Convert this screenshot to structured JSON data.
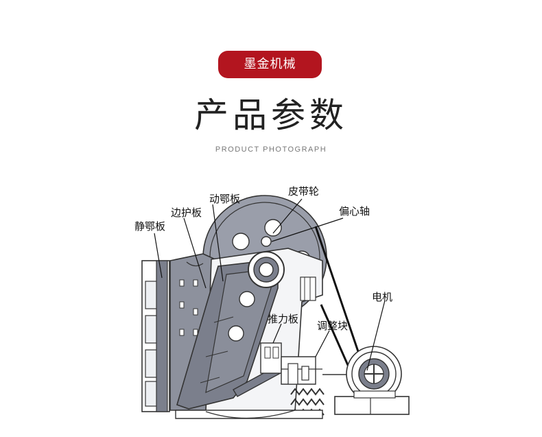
{
  "header": {
    "brand": "墨金机械",
    "title": "产品参数",
    "subtitle": "PRODUCT PHOTOGRAPH"
  },
  "diagram": {
    "labels": {
      "static_jaw": "静鄂板",
      "side_guard": "边护板",
      "moving_jaw": "动鄂板",
      "pulley": "皮带轮",
      "eccentric_shaft": "偏心轴",
      "motor": "电机",
      "toggle_plate": "推力板",
      "adjust_block": "调整块"
    },
    "colors": {
      "badge": "#b3151f",
      "metal": "#7b7f8c",
      "outline": "#333333"
    }
  }
}
